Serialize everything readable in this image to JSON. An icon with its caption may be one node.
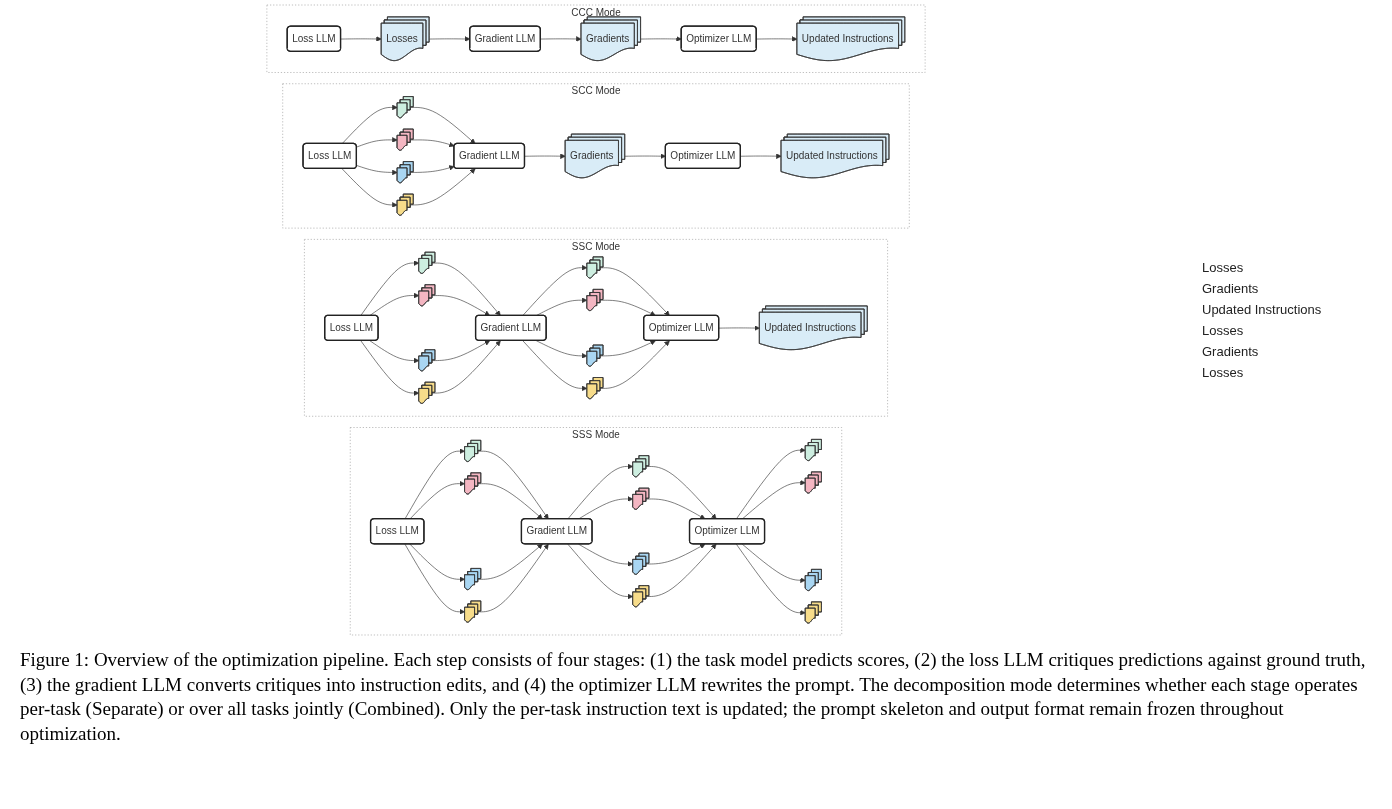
{
  "diagram": {
    "caption": "Figure 1: Overview of the optimization pipeline. Each step consists of four stages: (1) the task model predicts scores, (2) the loss LLM critiques predictions against ground truth, (3) the gradient LLM converts critiques into instruction edits, and (4) the optimizer LLM rewrites the prompt. The decomposition mode determines whether each stage operates per-task (Separate) or over all tasks jointly (Combined). Only the per-task instruction text is updated; the prompt skeleton and output format remain frozen throughout optimization.",
    "nodes": [
      {
        "text": [
          "SSS Mode"
        ]
      },
      {
        "text": [
          "Loss LLM"
        ],
        "in": 0
      },
      {
        "text": [],
        "shape": "document",
        "in": 0
      },
      {
        "text": [],
        "shape": "document",
        "in": 0
      },
      {
        "text": [],
        "shape": "document",
        "in": 0
      },
      {
        "text": [],
        "shape": "document",
        "in": 0
      },
      {
        "text": [
          "Gradient LLM"
        ],
        "in": 0
      },
      {
        "text": [],
        "shape": "document",
        "in": 0
      },
      {
        "text": [],
        "shape": "document",
        "in": 0
      },
      {
        "text": [],
        "shape": "document",
        "in": 0
      },
      {
        "text": [],
        "shape": "document",
        "in": 0
      },
      {
        "text": [
          "Optimizer LLM"
        ],
        "in": 0
      },
      {
        "text": [],
        "shape": "document",
        "in": 0
      },
      {
        "text": [],
        "shape": "document",
        "in": 0
      },
      {
        "text": [],
        "shape": "document",
        "in": 0
      },
      {
        "text": [],
        "shape": "document",
        "in": 0
      },
      {
        "text": [
          "SSC Mode"
        ]
      },
      {
        "text": [
          "Loss LLM"
        ],
        "in": 16
      },
      {
        "text": [],
        "shape": "document",
        "in": 16
      },
      {
        "text": [],
        "shape": "document",
        "in": 16
      },
      {
        "text": [],
        "shape": "document",
        "in": 16
      },
      {
        "text": [],
        "shape": "document",
        "in": 16
      },
      {
        "text": [
          "Gradient LLM"
        ],
        "in": 16
      },
      {
        "text": [],
        "shape": "document",
        "in": 16
      },
      {
        "text": [],
        "shape": "document",
        "in": 16
      },
      {
        "text": [],
        "shape": "document",
        "in": 16
      },
      {
        "text": [],
        "shape": "document",
        "in": 16
      },
      {
        "text": [
          "Optimizer LLM"
        ],
        "in": 16
      },
      {
        "text": [
          "Updated Instructions"
        ],
        "in": 16
      },
      {
        "text": [
          "SCC Mode"
        ]
      },
      {
        "text": [
          "Loss LLM"
        ],
        "in": 29
      },
      {
        "text": [],
        "shape": "document",
        "in": 29
      },
      {
        "text": [],
        "shape": "document",
        "in": 29
      },
      {
        "text": [],
        "shape": "document",
        "in": 29
      },
      {
        "text": [],
        "shape": "document",
        "in": 29
      },
      {
        "text": [
          "Gradient LLM"
        ],
        "in": 29
      },
      {
        "text": [
          "Gradients"
        ],
        "in": 29
      },
      {
        "text": [
          "Optimizer LLM"
        ],
        "in": 29
      },
      {
        "text": [
          "Updated Instructions"
        ],
        "in": 29
      },
      {
        "text": [
          "CCC Mode"
        ]
      },
      {
        "text": [
          "Loss LLM"
        ],
        "in": 39
      },
      {
        "text": [
          "Losses"
        ],
        "in": 39
      },
      {
        "text": [
          "Gradient LLM"
        ],
        "in": 39
      },
      {
        "text": [
          "Gradients"
        ],
        "in": 39
      },
      {
        "text": [
          "Optimizer LLM"
        ],
        "in": 39
      },
      {
        "text": [
          "Updated Instructions"
        ],
        "in": 39
      }
    ],
    "edges": [
      {
        "from": 1,
        "to": 2,
        "arrow": "to"
      },
      {
        "from": 1,
        "to": 3,
        "arrow": "to"
      },
      {
        "from": 1,
        "to": 4,
        "arrow": "to"
      },
      {
        "from": 1,
        "to": 5,
        "arrow": "to"
      },
      {
        "from": 2,
        "to": 6,
        "arrow": "to"
      },
      {
        "from": 3,
        "to": 6,
        "arrow": "to"
      },
      {
        "from": 4,
        "to": 6,
        "arrow": "to"
      },
      {
        "from": 5,
        "to": 6,
        "arrow": "to"
      },
      {
        "from": 6,
        "to": 7,
        "arrow": "to"
      },
      {
        "from": 6,
        "to": 8,
        "arrow": "to"
      },
      {
        "from": 6,
        "to": 9,
        "arrow": "to"
      },
      {
        "from": 6,
        "to": 10,
        "arrow": "to"
      },
      {
        "from": 7,
        "to": 11,
        "arrow": "to"
      },
      {
        "from": 8,
        "to": 11,
        "arrow": "to"
      },
      {
        "from": 9,
        "to": 11,
        "arrow": "to"
      },
      {
        "from": 10,
        "to": 11,
        "arrow": "to"
      },
      {
        "from": 11,
        "to": 12,
        "arrow": "to"
      },
      {
        "from": 11,
        "to": 13,
        "arrow": "to"
      },
      {
        "from": 11,
        "to": 14,
        "arrow": "to"
      },
      {
        "from": 11,
        "to": 15,
        "arrow": "to"
      },
      {
        "from": 17,
        "to": 18,
        "arrow": "to"
      },
      {
        "from": 17,
        "to": 19,
        "arrow": "to"
      },
      {
        "from": 17,
        "to": 20,
        "arrow": "to"
      },
      {
        "from": 17,
        "to": 21,
        "arrow": "to"
      },
      {
        "from": 18,
        "to": 22,
        "arrow": "to"
      },
      {
        "from": 19,
        "to": 22,
        "arrow": "to"
      },
      {
        "from": 20,
        "to": 22,
        "arrow": "to"
      },
      {
        "from": 21,
        "to": 22,
        "arrow": "to"
      },
      {
        "from": 22,
        "to": 23,
        "arrow": "to"
      },
      {
        "from": 22,
        "to": 24,
        "arrow": "to"
      },
      {
        "from": 22,
        "to": 25,
        "arrow": "to"
      },
      {
        "from": 22,
        "to": 26,
        "arrow": "to"
      },
      {
        "from": 23,
        "to": 27,
        "arrow": "to"
      },
      {
        "from": 24,
        "to": 27,
        "arrow": "to"
      },
      {
        "from": 25,
        "to": 27,
        "arrow": "to"
      },
      {
        "from": 26,
        "to": 27,
        "arrow": "to"
      },
      {
        "from": 27,
        "to": 28,
        "arrow": "to"
      },
      {
        "from": 30,
        "to": 31,
        "arrow": "to"
      },
      {
        "from": 30,
        "to": 32,
        "arrow": "to"
      },
      {
        "from": 30,
        "to": 33,
        "arrow": "to"
      },
      {
        "from": 30,
        "to": 34,
        "arrow": "to"
      },
      {
        "from": 31,
        "to": 35,
        "arrow": "to"
      },
      {
        "from": 32,
        "to": 35,
        "arrow": "to"
      },
      {
        "from": 33,
        "to": 35,
        "arrow": "to"
      },
      {
        "from": 34,
        "to": 35,
        "arrow": "to"
      },
      {
        "from": 35,
        "to": 36,
        "arrow": "to"
      },
      {
        "from": 36,
        "to": 37,
        "arrow": "to"
      },
      {
        "from": 37,
        "to": 38,
        "arrow": "to"
      },
      {
        "from": 40,
        "to": 41,
        "arrow": "to"
      },
      {
        "from": 41,
        "to": 42,
        "arrow": "to"
      },
      {
        "from": 42,
        "to": 43,
        "arrow": "to"
      },
      {
        "from": 43,
        "to": 44,
        "arrow": "to"
      },
      {
        "from": 44,
        "to": 45,
        "arrow": "to"
      }
    ],
    "labels": [
      "Losses",
      "Gradients",
      "Updated Instructions",
      "Losses",
      "Gradients",
      "Losses"
    ]
  }
}
